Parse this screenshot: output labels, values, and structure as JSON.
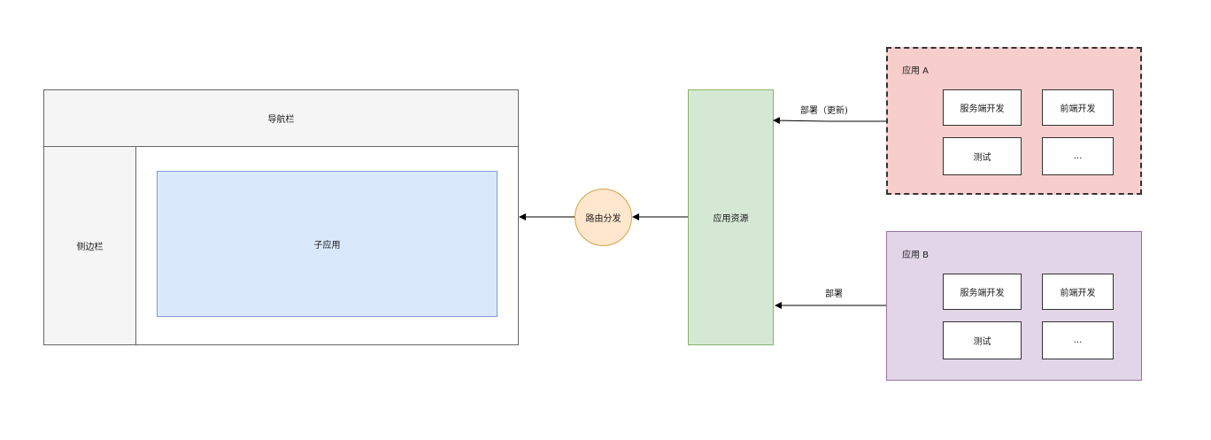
{
  "diagram": {
    "main_app": {
      "nav_bar": "导航栏",
      "sidebar": "侧边栏",
      "sub_app": "子应用"
    },
    "router": "路由分发",
    "app_resources": "应用资源",
    "app_a": {
      "title": "应用 A",
      "tasks": [
        "服务端开发",
        "前端开发",
        "测试",
        "..."
      ]
    },
    "app_b": {
      "title": "应用 B",
      "tasks": [
        "服务端开发",
        "前端开发",
        "测试",
        "..."
      ]
    },
    "edges": {
      "app_a_label": "部署（更新)",
      "app_b_label": "部署"
    }
  }
}
